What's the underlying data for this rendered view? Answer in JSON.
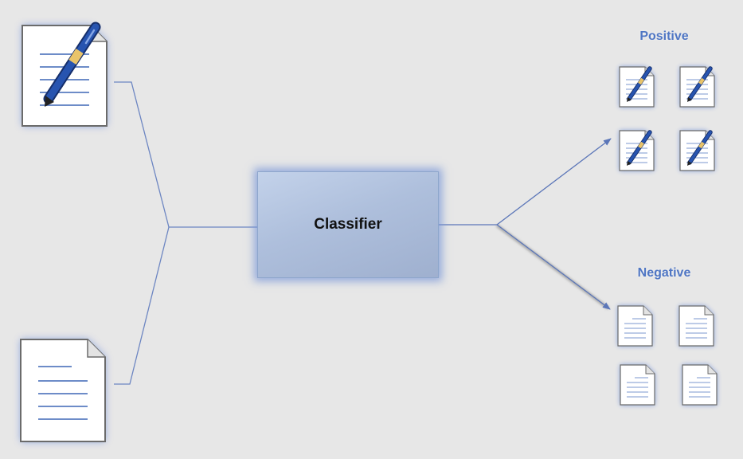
{
  "classifier": {
    "label": "Classifier"
  },
  "groups": {
    "positive": {
      "title": "Positive",
      "icon": "document-with-pen-icon",
      "count": 4
    },
    "negative": {
      "title": "Negative",
      "icon": "document-icon",
      "count": 4
    }
  },
  "inputs": [
    {
      "icon": "document-with-pen-icon"
    },
    {
      "icon": "document-icon"
    }
  ],
  "colors": {
    "background": "#e7e7e7",
    "accent": "#4f76c4",
    "glow": "#7896d7",
    "connector": "#5b76b8",
    "pen_body": "#1f4a9e",
    "pen_band": "#e9c46a"
  }
}
